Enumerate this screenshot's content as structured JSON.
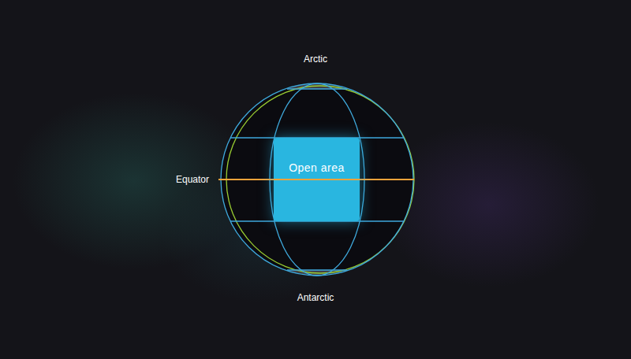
{
  "diagram": {
    "nodes": [
      {
        "text": [
          "Open area"
        ]
      }
    ],
    "labels": [
      "Arctic",
      "Equator",
      "Antarctic"
    ]
  }
}
